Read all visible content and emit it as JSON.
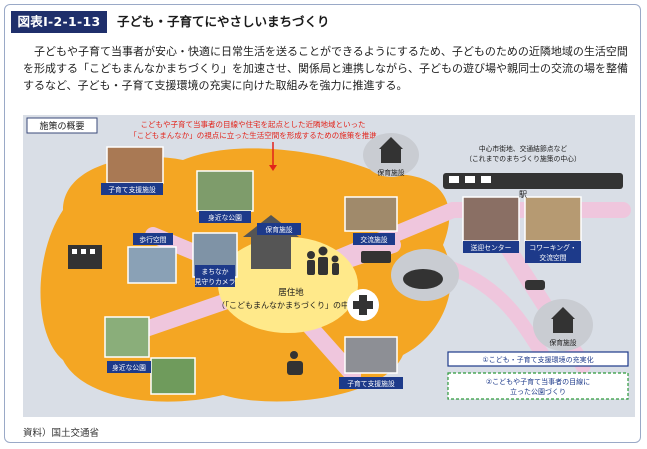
{
  "figure": {
    "label": "図表Ⅰ-2-1-13",
    "title": "子ども・子育てにやさしいまちづくり"
  },
  "intro_text": "子どもや子育て当事者が安心・快適に日常生活を送ることができるようにするため、子どものための近隣地域の生活空間を形成する「こどもまんなかまちづくり」を加速させ、関係局と連携しながら、子どもの遊び場や親同士の交流の場を整備するなど、子ども・子育て支援環境の充実に向けた取組みを強力に推進する。",
  "diagram": {
    "panel_tag": "施策の概要",
    "note_line1": "こどもや子育て当事者の目線や住宅を起点とした近隣地域といった",
    "note_line2": "「こどもまんなか」の視点に立った生活空間を形成するための施策を推進",
    "center_label": "居住地",
    "center_sublabel": "（「こどもまんなかまちづくり」の中心）",
    "station_label": "駅",
    "hub_label_line1": "中心市街地、交通結節点など",
    "hub_label_line2": "（これまでのまちづくり施策の中心）",
    "facilities": {
      "childcare_support_top": "子育て支援施設",
      "nearby_park_top": "身近な公園",
      "pedestrian_space": "歩行空間",
      "watch_camera_line1": "まちなか",
      "watch_camera_line2": "見守りカメラ",
      "nursery_mid": "保育施設",
      "exchange_facility": "交流施設",
      "nursery_top": "保育施設",
      "school": "送迎センター",
      "coworking_line1": "コワーキング・",
      "coworking_line2": "交流空間",
      "nursery_right": "保育施設",
      "nearby_park_bottom": "身近な公園",
      "childcare_support_bottom": "子育て支援施設"
    },
    "legend": {
      "item1": "①こども・子育て支援環境の充実化",
      "item2_line1": "②こどもや子育て当事者の目線に",
      "item2_line2": "立った公園づくり"
    }
  },
  "source": "資料）国土交通省",
  "colors": {
    "label_bg": "#1f2f6b",
    "blob": "#f4a623",
    "center": "#ffe98a",
    "road": "#efc6dd",
    "note_red": "#e2241b",
    "tag_blue": "#1d3a8a",
    "legend_green": "#2e9a3c",
    "legend_blue": "#1d3a8a",
    "gray_circle": "#c9ccd2"
  },
  "icons": [
    "house-icon",
    "family-icon",
    "school-building-icon",
    "train-icon",
    "bus-icon",
    "car-icon",
    "hospital-cross-icon",
    "stroller-icon",
    "tree-icon",
    "nursery-building-icon"
  ]
}
